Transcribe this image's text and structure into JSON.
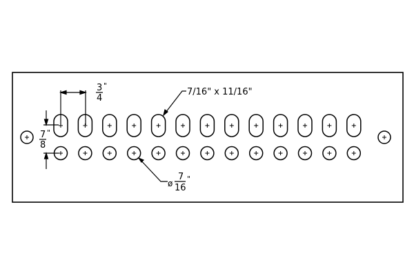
{
  "drawing": {
    "hole_columns": 13,
    "dimensions": {
      "spacing_num": "3",
      "spacing_den": "4",
      "row_spacing_num": "7",
      "row_spacing_den": "8",
      "slot_size": "7/16\" x 11/16\"",
      "hole_dia_symbol": "ø",
      "hole_dia_num": "7",
      "hole_dia_den": "16",
      "inch_mark": "\""
    }
  }
}
